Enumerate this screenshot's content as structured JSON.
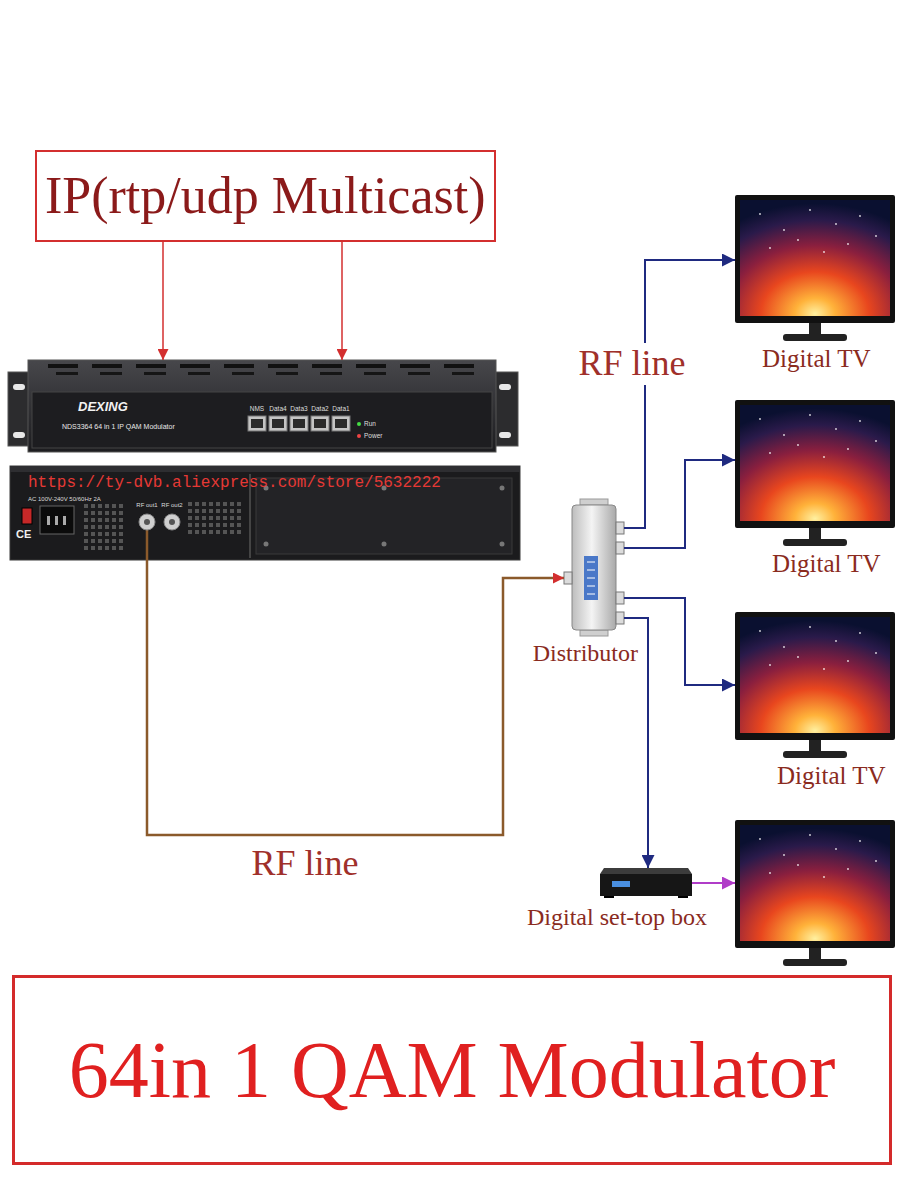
{
  "diagram": {
    "caption": "64in 1 QAM Modulator",
    "nodes": [
      {
        "text": [
          "IP(rtp/udp Multicast)"
        ]
      },
      {
        "text": [
          "DEXING",
          "NDS3364 64 in 1 IP QAM Modulator",
          "NMS",
          "Data4",
          "Data3",
          "Data2",
          "Data1",
          "Run",
          "Power"
        ]
      },
      {
        "text": [
          "AC 100V-240V 50/60Hz 2A",
          "RF out1",
          "RF out2",
          "CE"
        ]
      },
      {
        "text": [
          "Distributor"
        ]
      },
      {
        "text": [
          "Digital TV"
        ]
      },
      {
        "text": [
          "Digital TV"
        ]
      },
      {
        "text": [
          "Digital TV"
        ]
      },
      {
        "text": [
          "Digital set-top box"
        ]
      },
      {
        "text": []
      }
    ],
    "edges": [
      {
        "from": 0,
        "to": 1,
        "arrow": "to"
      },
      {
        "from": 0,
        "to": 1,
        "arrow": "to"
      },
      {
        "from": 2,
        "to": 3,
        "label": "RF line",
        "arrow": "to"
      },
      {
        "from": 3,
        "to": 4,
        "label": "RF line",
        "arrow": "to"
      },
      {
        "from": 3,
        "to": 5,
        "arrow": "to"
      },
      {
        "from": 3,
        "to": 6,
        "arrow": "to"
      },
      {
        "from": 3,
        "to": 7,
        "arrow": "to"
      },
      {
        "from": 7,
        "to": 8,
        "arrow": "to"
      }
    ],
    "labels": [
      "https://ty-dvb.aliexpress.com/store/5632222"
    ]
  }
}
